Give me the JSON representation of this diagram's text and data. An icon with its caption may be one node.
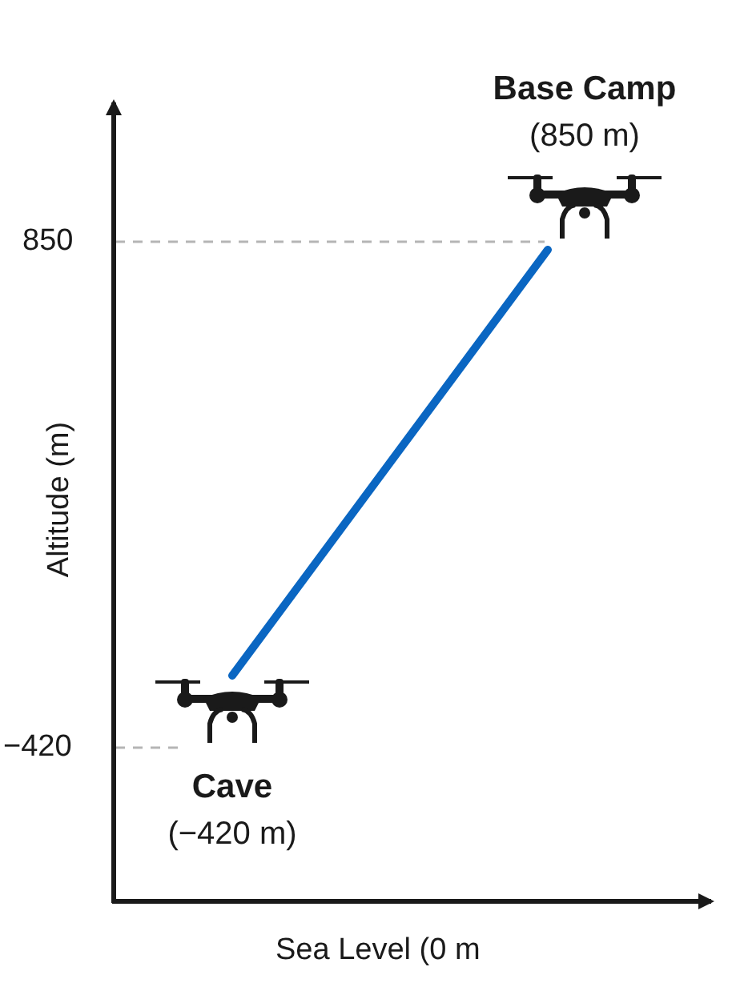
{
  "diagram": {
    "nodes": [
      {
        "text": [
          "Base Camp",
          "(850 m)"
        ]
      },
      {
        "text": [
          "Cave",
          "(−420 m)"
        ]
      }
    ],
    "edges": [
      {
        "from": 1,
        "to": 0,
        "arrow": "none",
        "color": "#0a66c2"
      }
    ],
    "labels": [
      "850",
      "−420",
      "Altitude (m)",
      "Sea Level (0 m"
    ]
  }
}
